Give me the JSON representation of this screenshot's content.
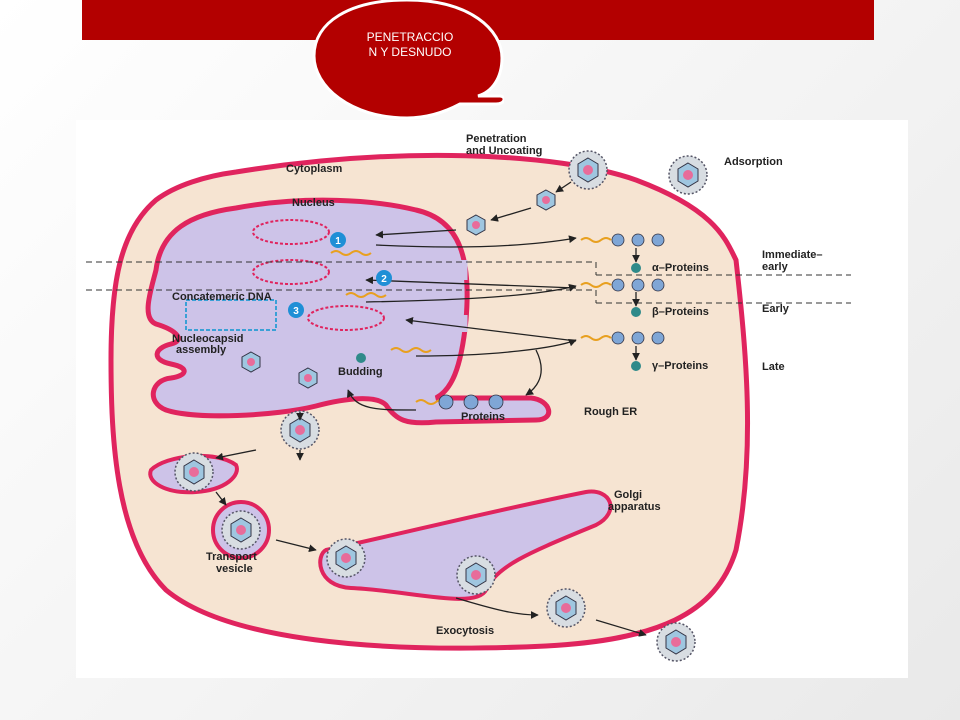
{
  "slide": {
    "title": "PENETRACCIO\nN Y DESNUDO",
    "colors": {
      "accent": "#b30000",
      "membrane": "#e0245e",
      "cytoplasm": "#f6e4d2",
      "nucleus": "#cdc3e8"
    }
  },
  "diagram": {
    "labels": {
      "penetration": [
        "Penetration",
        "and Uncoating"
      ],
      "adsorption": "Adsorption",
      "cytoplasm": "Cytoplasm",
      "nucleus": "Nucleus",
      "immediate_early": [
        "Immediate–",
        "early"
      ],
      "early": "Early",
      "late": "Late",
      "alpha_proteins": "α–Proteins",
      "beta_proteins": "β–Proteins",
      "gamma_proteins": "γ–Proteins",
      "concatemeric_dna": "Concatemeric DNA",
      "nucleocapsid_assembly": [
        "Nucleocapsid",
        "assembly"
      ],
      "budding": "Budding",
      "proteins": "Proteins",
      "rough_er": "Rough ER",
      "golgi": [
        "Golgi",
        "apparatus"
      ],
      "transport_vesicle": [
        "Transport",
        "vesicle"
      ],
      "exocytosis": "Exocytosis"
    },
    "steps": [
      "1",
      "2",
      "3"
    ]
  }
}
